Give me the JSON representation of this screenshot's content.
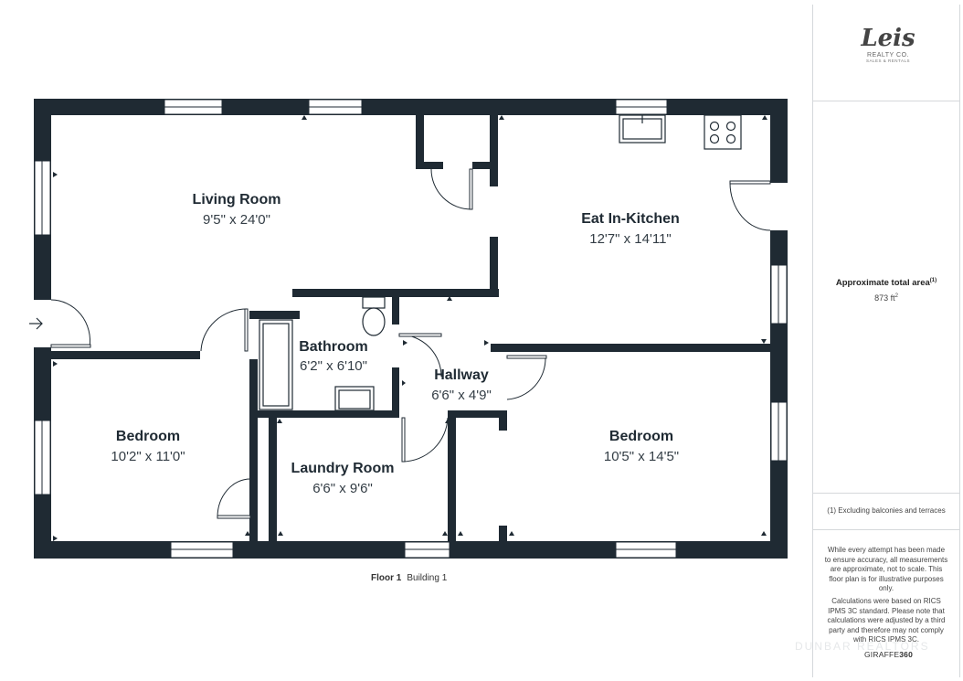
{
  "rooms": [
    {
      "name": "Living Room",
      "dims": "9'5\" x 24'0\""
    },
    {
      "name": "Eat In-Kitchen",
      "dims": "12'7\" x 14'11\""
    },
    {
      "name": "Bathroom",
      "dims": "6'2\" x 6'10\""
    },
    {
      "name": "Hallway",
      "dims": "6'6\" x 4'9\""
    },
    {
      "name": "Bedroom",
      "dims": "10'2\" x 11'0\""
    },
    {
      "name": "Laundry Room",
      "dims": "6'6\" x 9'6\""
    },
    {
      "name": "Bedroom",
      "dims": "10'5\" x 14'5\""
    }
  ],
  "floor": {
    "label": "Floor 1",
    "building": "Building 1"
  },
  "logo": {
    "script": "Leis",
    "line1": "REALTY CO.",
    "line2": "SALES & RENTALS"
  },
  "area": {
    "title": "Approximate total area",
    "title_note": "(1)",
    "value": "873 ft",
    "unit_sup": "2"
  },
  "notes": {
    "exclusion": "(1) Excluding balconies and terraces",
    "disclaimer1": "While every attempt has been made to ensure accuracy, all measurements are approximate, not to scale. This floor plan is for illustrative purposes only.",
    "disclaimer2": "Calculations were based on RICS IPMS 3C standard. Please note that calculations were adjusted by a third party and therefore may not comply with RICS IPMS 3C."
  },
  "brand": {
    "name": "GIRAFFE",
    "suffix": "360"
  },
  "watermark": "DUNBAR REALTORS",
  "colors": {
    "wall": "#1f2a33",
    "window": "#ffffff",
    "fixture_stroke": "#1f2a33"
  }
}
